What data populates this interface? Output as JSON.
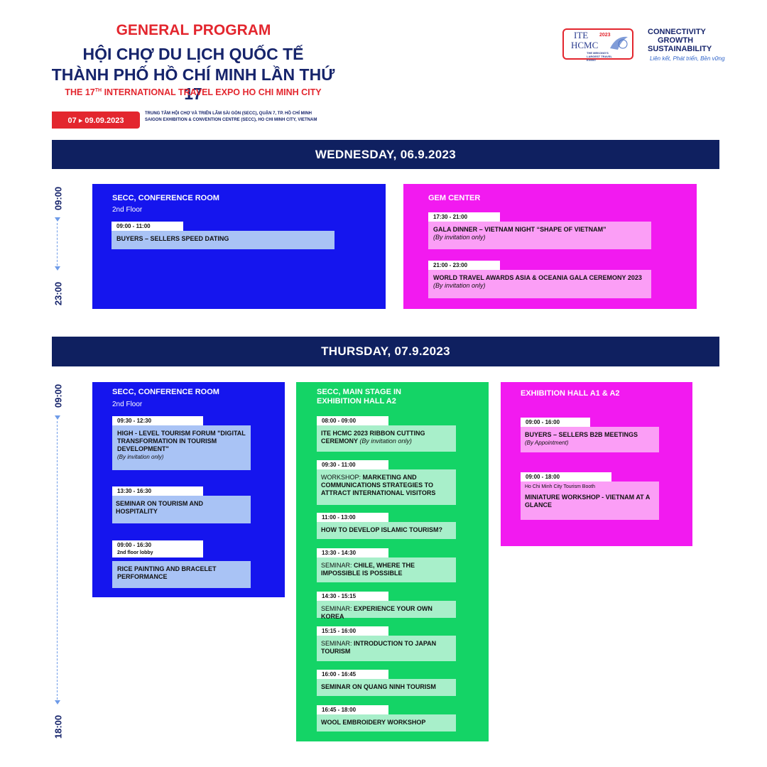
{
  "header": {
    "program_title": "GENERAL PROGRAM",
    "vn_title_1": "HỘI CHỢ DU LỊCH QUỐC TẾ",
    "vn_title_2": "THÀNH PHỐ HỒ CHÍ MINH LẦN THỨ 17",
    "en_title_pre": "THE 17",
    "en_title_sup": "TH",
    "en_title_post": " INTERNATIONAL TRAVEL EXPO HO CHI MINH CITY",
    "dates": "07 ▸ 09.09.2023",
    "venue_vn": "TRUNG TÂM HỘI CHỢ VÀ TRIỂN LÃM SÀI GÒN (SECC), QUẬN 7, TP. HỒ CHÍ MINH",
    "venue_en": "SAIGON EXHIBITION & CONVENTION CENTRE (SECC), HO CHI MINH CITY, VIETNAM"
  },
  "logo": {
    "ite": "ITE",
    "hcmc": "HCMC",
    "year": "2023",
    "tagline_small": "THE MEKONG'S LARGEST TRAVEL EVENT",
    "slogan_1": "CONNECTIVITY",
    "slogan_2": "GROWTH",
    "slogan_3": "SUSTAINABILITY",
    "slogan_vn": "Liên kết, Phát triển, Bền vững"
  },
  "colors": {
    "navy": "#0f2060",
    "red": "#e3262e",
    "blue_panel": "#1515ee",
    "magenta_panel": "#f21af0",
    "green_panel": "#14d466"
  },
  "day1": {
    "label": "WEDNESDAY, 06.9.2023",
    "time_start": "09:00",
    "time_end": "23:00",
    "panel1": {
      "title": "SECC, CONFERENCE ROOM",
      "sub": "2nd Floor",
      "events": [
        {
          "time": "09:00 - 11:00",
          "title": "BUYERS – SELLERS SPEED DATING"
        }
      ]
    },
    "panel2": {
      "title": "GEM CENTER",
      "events": [
        {
          "time": "17:30 - 21:00",
          "title": "GALA DINNER – VIETNAM NIGHT “SHAPE OF VIETNAM”",
          "note": "(By invitation only)"
        },
        {
          "time": "21:00 - 23:00",
          "title": "WORLD TRAVEL AWARDS ASIA & OCEANIA GALA CEREMONY 2023",
          "note": "(By invitation only)"
        }
      ]
    }
  },
  "day2": {
    "label": "THURSDAY, 07.9.2023",
    "time_start": "09:00",
    "time_end": "18:00",
    "panel1": {
      "title": "SECC, CONFERENCE ROOM",
      "sub": "2nd Floor",
      "events": [
        {
          "time": "09:30 - 12:30",
          "title": "HIGH - LEVEL TOURISM FORUM \"DIGITAL TRANSFORMATION IN TOURISM DEVELOPMENT\"",
          "note": "(By invitation only)"
        },
        {
          "time": "13:30 - 16:30",
          "title": "SEMINAR ON TOURISM AND HOSPITALITY"
        },
        {
          "time": "09:00 - 16:30",
          "subtime": "2nd floor lobby",
          "title": "RICE PAINTING AND BRACELET PERFORMANCE"
        }
      ]
    },
    "panel2": {
      "title": "SECC, MAIN STAGE IN EXHIBITION HALL A2",
      "events": [
        {
          "time": "08:00 - 09:00",
          "title": "ITE HCMC 2023 RIBBON CUTTING CEREMONY",
          "note": "(By invitation only)"
        },
        {
          "time": "09:30 - 11:00",
          "prefix": "WORKSHOP: ",
          "title": "MARKETING AND COMMUNICATIONS STRATEGIES TO ATTRACT INTERNATIONAL VISITORS"
        },
        {
          "time": "11:00 - 13:00",
          "title": "HOW TO DEVELOP ISLAMIC TOURISM?"
        },
        {
          "time": "13:30 - 14:30",
          "prefix": "SEMINAR: ",
          "title": "CHILE, WHERE THE IMPOSSIBLE IS POSSIBLE"
        },
        {
          "time": "14:30 - 15:15",
          "prefix": "SEMINAR: ",
          "title": "EXPERIENCE YOUR OWN KOREA"
        },
        {
          "time": "15:15 - 16:00",
          "prefix": "SEMINAR: ",
          "title": "INTRODUCTION TO JAPAN TOURISM"
        },
        {
          "time": "16:00 - 16:45",
          "title": "SEMINAR ON QUANG NINH TOURISM"
        },
        {
          "time": "16:45 - 18:00",
          "title": "WOOL EMBROIDERY WORKSHOP"
        }
      ]
    },
    "panel3": {
      "title": "EXHIBITION HALL A1 & A2",
      "events": [
        {
          "time": "09:00 - 16:00",
          "title": "BUYERS – SELLERS B2B MEETINGS",
          "note": "(By Appointment)"
        },
        {
          "time": "09:00 - 18:00",
          "subtime": "Ho Chi Minh City Tourism Booth",
          "title": "MINIATURE WORKSHOP - VIETNAM AT A GLANCE"
        }
      ]
    }
  }
}
